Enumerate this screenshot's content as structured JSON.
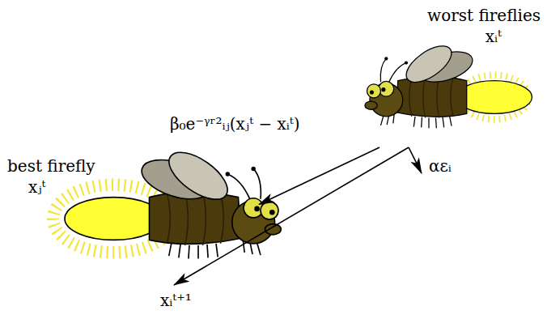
{
  "diagram": {
    "nodes": [
      {
        "text": [
          "worst fireflies",
          "xᵢᵗ"
        ]
      },
      {
        "text": [
          "best firefly",
          "xⱼᵗ"
        ]
      }
    ],
    "edges": [
      {
        "from": 0,
        "to": 1,
        "arrow": "to",
        "label": "β₀e⁻ᵞʳ²ᵢⱼ(xⱼᵗ − xᵢᵗ)"
      }
    ],
    "labels": [
      "αεᵢ",
      "xᵢᵗ⁺¹"
    ]
  }
}
